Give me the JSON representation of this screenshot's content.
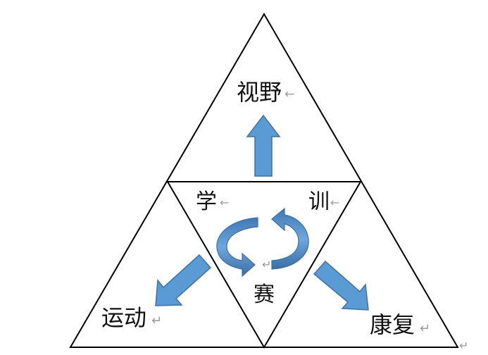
{
  "labels": {
    "top": "视野",
    "center_left": "学",
    "center_right": "训",
    "center_bottom": "赛",
    "bottom_left": "运动",
    "bottom_right": "康复"
  },
  "marks": {
    "left_arrow": "←",
    "return": "↵"
  },
  "colors": {
    "line": "#000000",
    "arrow_fill": "#5b9bd5",
    "arrow_stroke": "#41719c",
    "cycle_fill": "#5b9bd5",
    "cycle_dark": "#3d6f9e",
    "text": "#111111",
    "mark": "#9a9a9a"
  }
}
